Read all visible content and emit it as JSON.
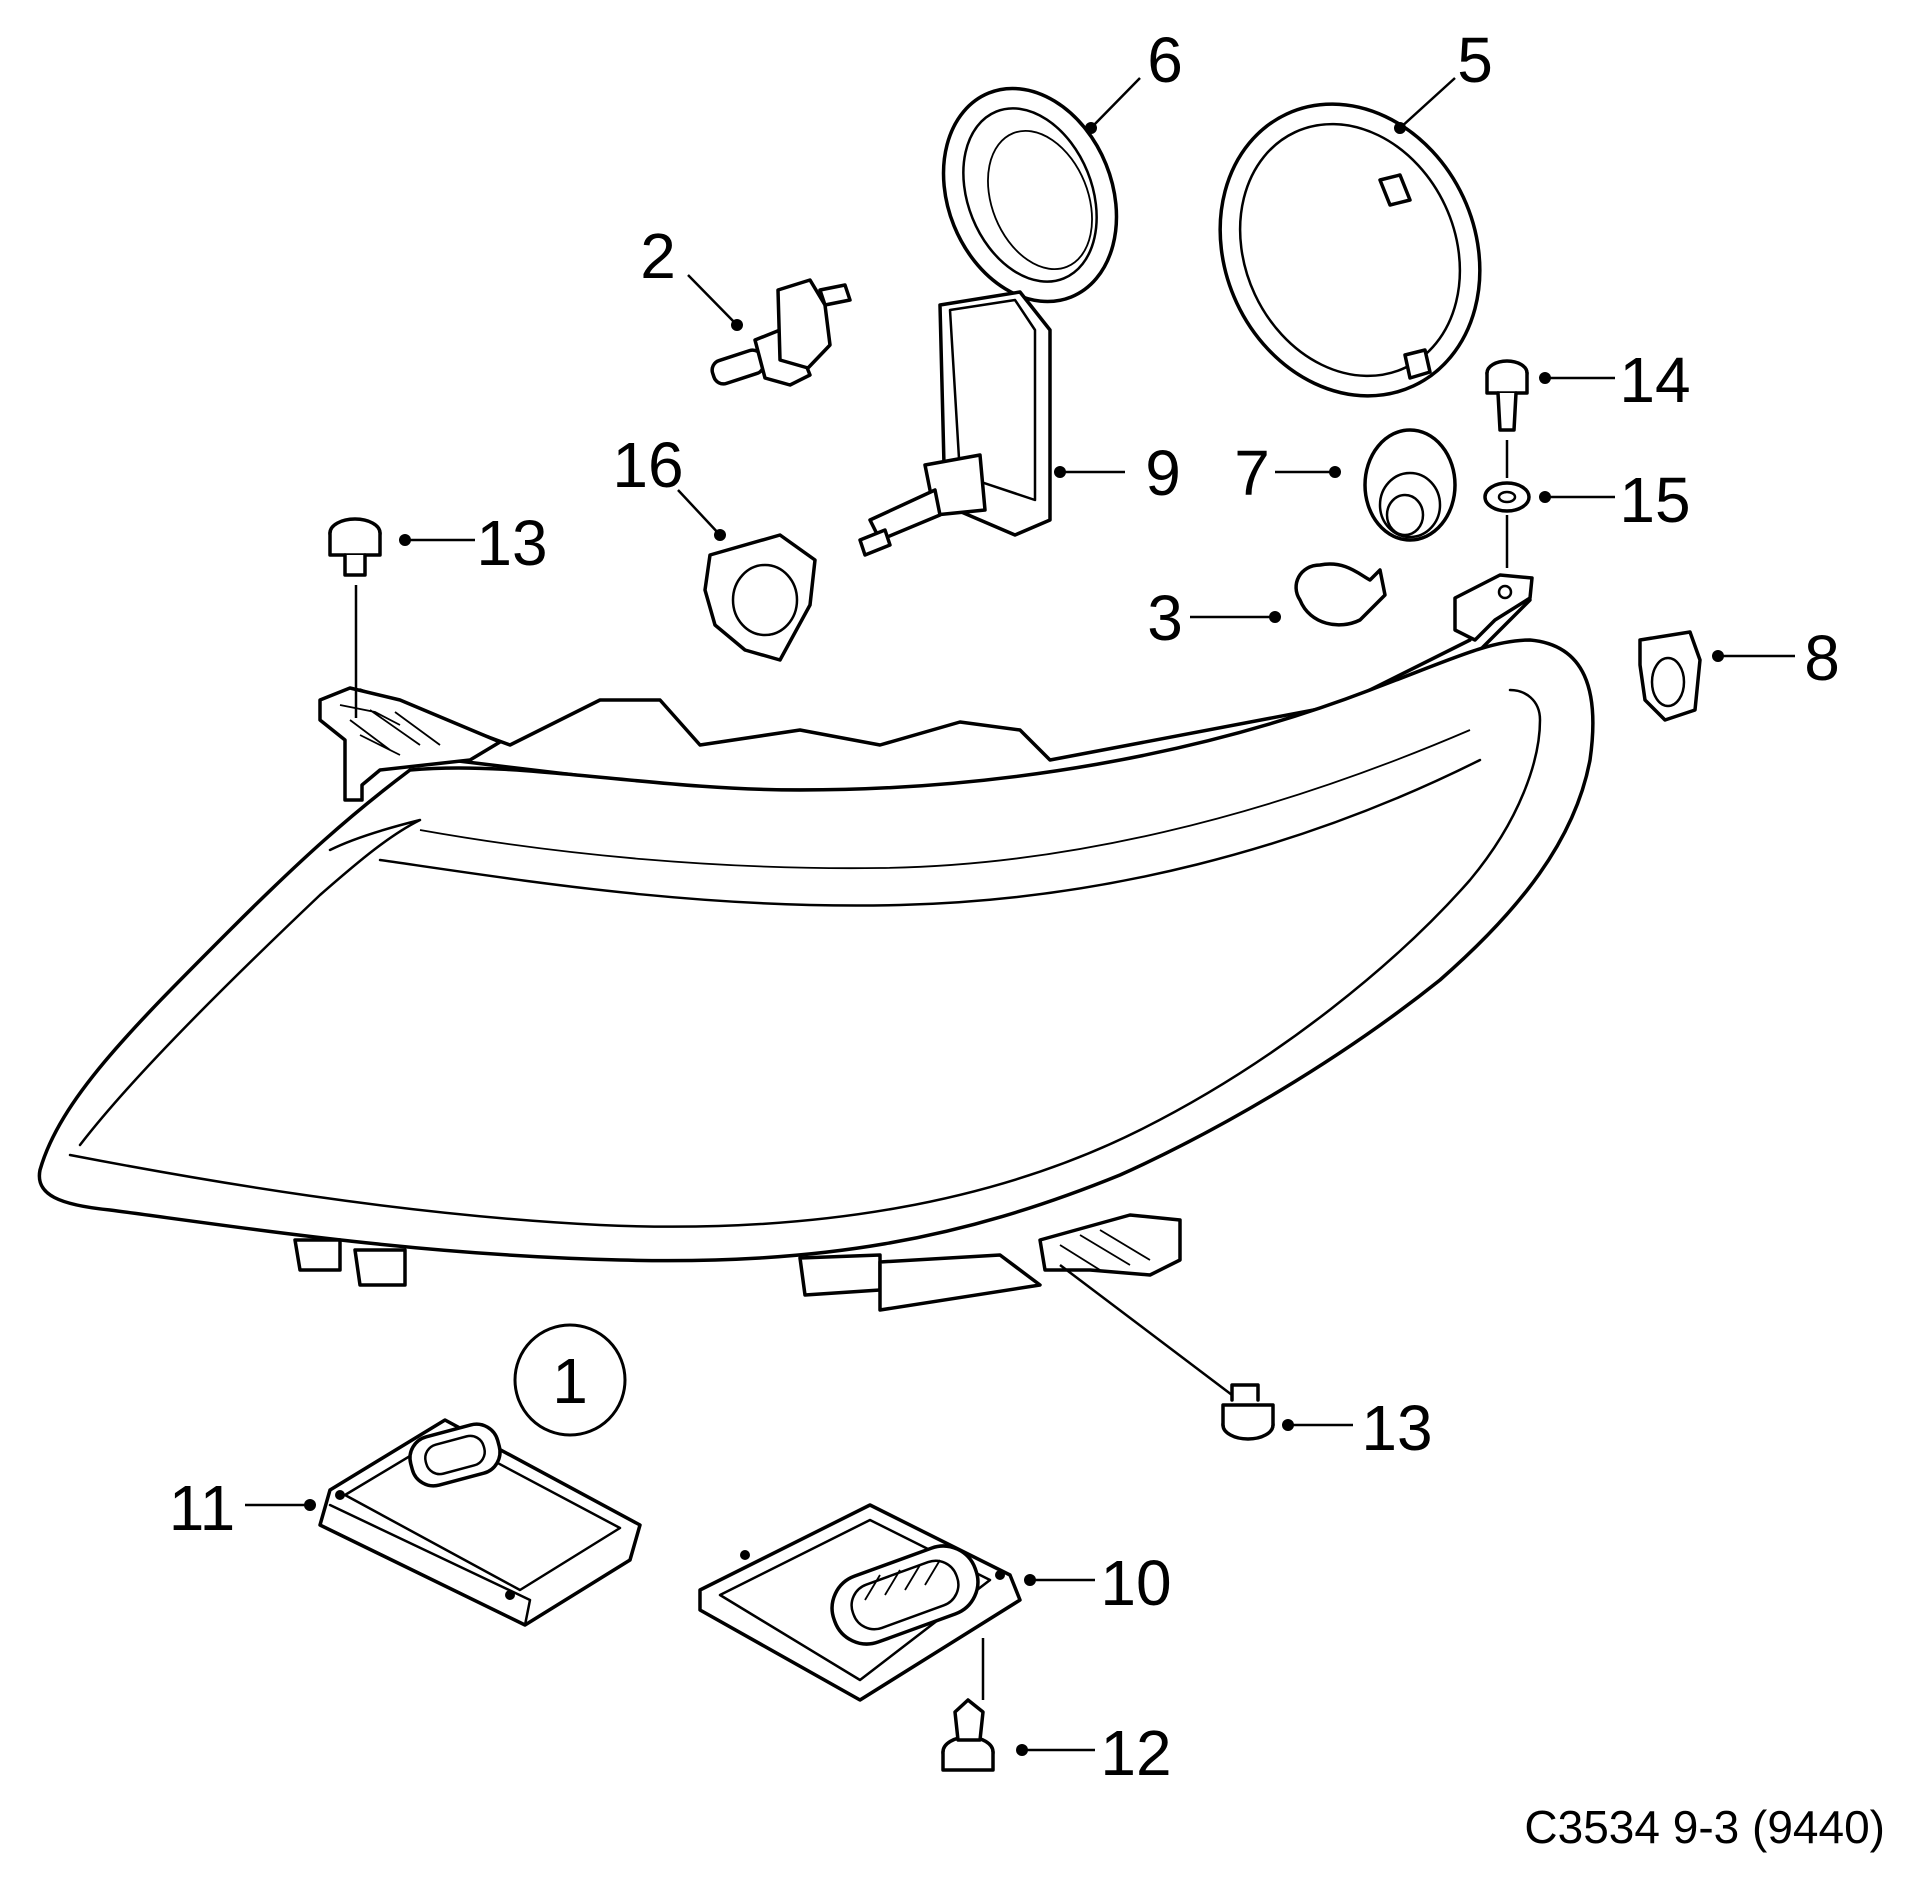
{
  "diagram": {
    "callouts": [
      {
        "id": "c1",
        "label": "1"
      },
      {
        "id": "c2",
        "label": "2"
      },
      {
        "id": "c3",
        "label": "3"
      },
      {
        "id": "c5",
        "label": "5"
      },
      {
        "id": "c6",
        "label": "6"
      },
      {
        "id": "c7",
        "label": "7"
      },
      {
        "id": "c8",
        "label": "8"
      },
      {
        "id": "c9",
        "label": "9"
      },
      {
        "id": "c10",
        "label": "10"
      },
      {
        "id": "c11",
        "label": "11"
      },
      {
        "id": "c12",
        "label": "12"
      },
      {
        "id": "c13a",
        "label": "13"
      },
      {
        "id": "c13b",
        "label": "13"
      },
      {
        "id": "c14",
        "label": "14"
      },
      {
        "id": "c15",
        "label": "15"
      },
      {
        "id": "c16",
        "label": "16"
      }
    ],
    "caption": "C3534 9-3 (9440)"
  }
}
